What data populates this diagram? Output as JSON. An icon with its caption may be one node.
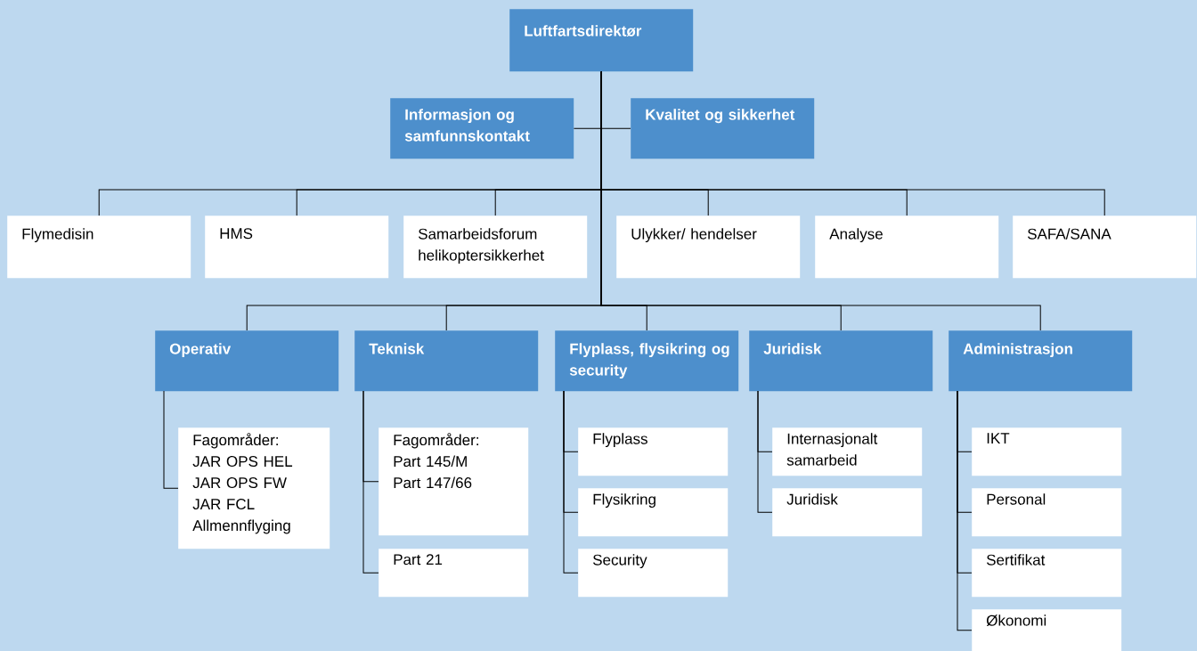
{
  "diagram": {
    "nodes": [
      {
        "text": [
          "Luftfartsdirektør"
        ]
      },
      {
        "text": [
          "Informasjon og samfunnskontakt"
        ]
      },
      {
        "text": [
          "Kvalitet og sikkerhet"
        ]
      },
      {
        "text": [
          "Flymedisin"
        ]
      },
      {
        "text": [
          "HMS"
        ]
      },
      {
        "text": [
          "Samarbeidsforum helikoptersikkerhet"
        ]
      },
      {
        "text": [
          "Ulykker/ hendelser"
        ]
      },
      {
        "text": [
          "Analyse"
        ]
      },
      {
        "text": [
          "SAFA/SANA"
        ]
      },
      {
        "text": [
          "Operativ"
        ]
      },
      {
        "text": [
          "Teknisk"
        ]
      },
      {
        "text": [
          "Flyplass, flysikring og security"
        ]
      },
      {
        "text": [
          "Juridisk"
        ]
      },
      {
        "text": [
          "Administrasjon"
        ]
      },
      {
        "text": [
          "Fagområder:",
          "JAR OPS HEL",
          "JAR OPS FW",
          "JAR FCL",
          "Allmennflyging"
        ]
      },
      {
        "text": [
          "Fagområder:",
          "Part 145/M",
          "Part 147/66"
        ]
      },
      {
        "text": [
          "Part 21"
        ]
      },
      {
        "text": [
          "Flyplass"
        ]
      },
      {
        "text": [
          "Flysikring"
        ]
      },
      {
        "text": [
          "Security"
        ]
      },
      {
        "text": [
          "Internasjonalt samarbeid"
        ]
      },
      {
        "text": [
          "Juridisk"
        ]
      },
      {
        "text": [
          "IKT"
        ]
      },
      {
        "text": [
          "Personal"
        ]
      },
      {
        "text": [
          "Sertifikat"
        ]
      },
      {
        "text": [
          "Økonomi"
        ]
      }
    ],
    "edges": [
      {
        "from": 0,
        "to": 1,
        "arrow": "none"
      },
      {
        "from": 0,
        "to": 2,
        "arrow": "none"
      },
      {
        "from": 0,
        "to": 3,
        "arrow": "none"
      },
      {
        "from": 0,
        "to": 4,
        "arrow": "none"
      },
      {
        "from": 0,
        "to": 5,
        "arrow": "none"
      },
      {
        "from": 0,
        "to": 6,
        "arrow": "none"
      },
      {
        "from": 0,
        "to": 7,
        "arrow": "none"
      },
      {
        "from": 0,
        "to": 8,
        "arrow": "none"
      },
      {
        "from": 0,
        "to": 9,
        "arrow": "none"
      },
      {
        "from": 0,
        "to": 10,
        "arrow": "none"
      },
      {
        "from": 0,
        "to": 11,
        "arrow": "none"
      },
      {
        "from": 0,
        "to": 12,
        "arrow": "none"
      },
      {
        "from": 0,
        "to": 13,
        "arrow": "none"
      },
      {
        "from": 9,
        "to": 14,
        "arrow": "none"
      },
      {
        "from": 10,
        "to": 15,
        "arrow": "none"
      },
      {
        "from": 10,
        "to": 16,
        "arrow": "none"
      },
      {
        "from": 11,
        "to": 17,
        "arrow": "none"
      },
      {
        "from": 11,
        "to": 18,
        "arrow": "none"
      },
      {
        "from": 11,
        "to": 19,
        "arrow": "none"
      },
      {
        "from": 12,
        "to": 20,
        "arrow": "none"
      },
      {
        "from": 12,
        "to": 21,
        "arrow": "none"
      },
      {
        "from": 13,
        "to": 22,
        "arrow": "none"
      },
      {
        "from": 13,
        "to": 23,
        "arrow": "none"
      },
      {
        "from": 13,
        "to": 24,
        "arrow": "none"
      },
      {
        "from": 13,
        "to": 25,
        "arrow": "none"
      }
    ]
  }
}
